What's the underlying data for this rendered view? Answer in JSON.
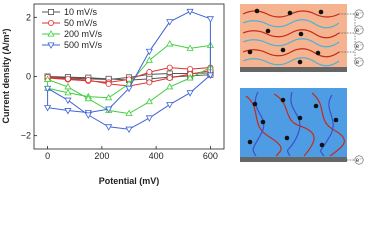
{
  "chart_data": {
    "type": "line",
    "xlabel": "Potential (mV)",
    "ylabel": "Current density (A/m²)",
    "xlim": [
      -50,
      650
    ],
    "ylim": [
      -2.45,
      2.45
    ],
    "xticks": [
      0,
      200,
      400,
      600
    ],
    "yticks": [
      -2,
      0,
      2
    ],
    "legend_position": "top-left",
    "series": [
      {
        "name": "10 mV/s",
        "color": "#555555",
        "marker": "square",
        "x": [
          0,
          75,
          150,
          225,
          300,
          375,
          450,
          525,
          600,
          600,
          525,
          450,
          375,
          300,
          225,
          150,
          75,
          0
        ],
        "y": [
          -0.03,
          -0.05,
          -0.08,
          -0.1,
          -0.03,
          0.07,
          0.1,
          0.1,
          0.12,
          0.06,
          0.02,
          -0.02,
          -0.08,
          -0.12,
          -0.08,
          -0.04,
          -0.02,
          0.0
        ]
      },
      {
        "name": "50 mV/s",
        "color": "#e03030",
        "marker": "circle",
        "x": [
          0,
          75,
          150,
          225,
          300,
          375,
          450,
          525,
          600,
          600,
          525,
          450,
          375,
          300,
          225,
          150,
          75,
          0
        ],
        "y": [
          -0.05,
          -0.1,
          -0.15,
          -0.2,
          -0.1,
          0.15,
          0.3,
          0.25,
          0.3,
          0.2,
          0.08,
          -0.05,
          -0.2,
          -0.32,
          -0.25,
          -0.12,
          -0.08,
          -0.02
        ]
      },
      {
        "name": "200 mV/s",
        "color": "#3ecf3e",
        "marker": "triangle-up",
        "x": [
          0,
          75,
          150,
          225,
          300,
          375,
          450,
          525,
          600,
          600,
          525,
          450,
          375,
          300,
          225,
          150,
          75,
          0
        ],
        "y": [
          -0.4,
          -0.55,
          -0.68,
          -0.72,
          -0.25,
          0.55,
          1.1,
          0.95,
          1.05,
          0.3,
          -0.05,
          -0.35,
          -0.85,
          -1.25,
          -1.15,
          -0.75,
          -0.35,
          -0.1
        ]
      },
      {
        "name": "500 mV/s",
        "color": "#3f63d9",
        "marker": "triangle-down",
        "x": [
          0,
          75,
          150,
          225,
          300,
          375,
          450,
          525,
          600,
          600,
          525,
          450,
          375,
          300,
          225,
          150,
          75,
          0
        ],
        "y": [
          -1.05,
          -1.15,
          -1.22,
          -1.1,
          -0.4,
          0.85,
          1.85,
          2.2,
          1.95,
          0.05,
          -0.55,
          -0.95,
          -1.4,
          -1.78,
          -1.7,
          -1.3,
          -0.8,
          -0.4
        ]
      }
    ]
  },
  "schematic": {
    "electron_label": "e⁻",
    "top_panel": {
      "background": "#f6b38f",
      "electrode": "#666666",
      "polymer_colors": [
        "#c42a1a",
        "#4fb0d8"
      ]
    },
    "bottom_panel": {
      "background": "#4e9de4",
      "electrode": "#666666",
      "polymer_colors": [
        "#c42a1a",
        "#3d50c9"
      ]
    }
  }
}
